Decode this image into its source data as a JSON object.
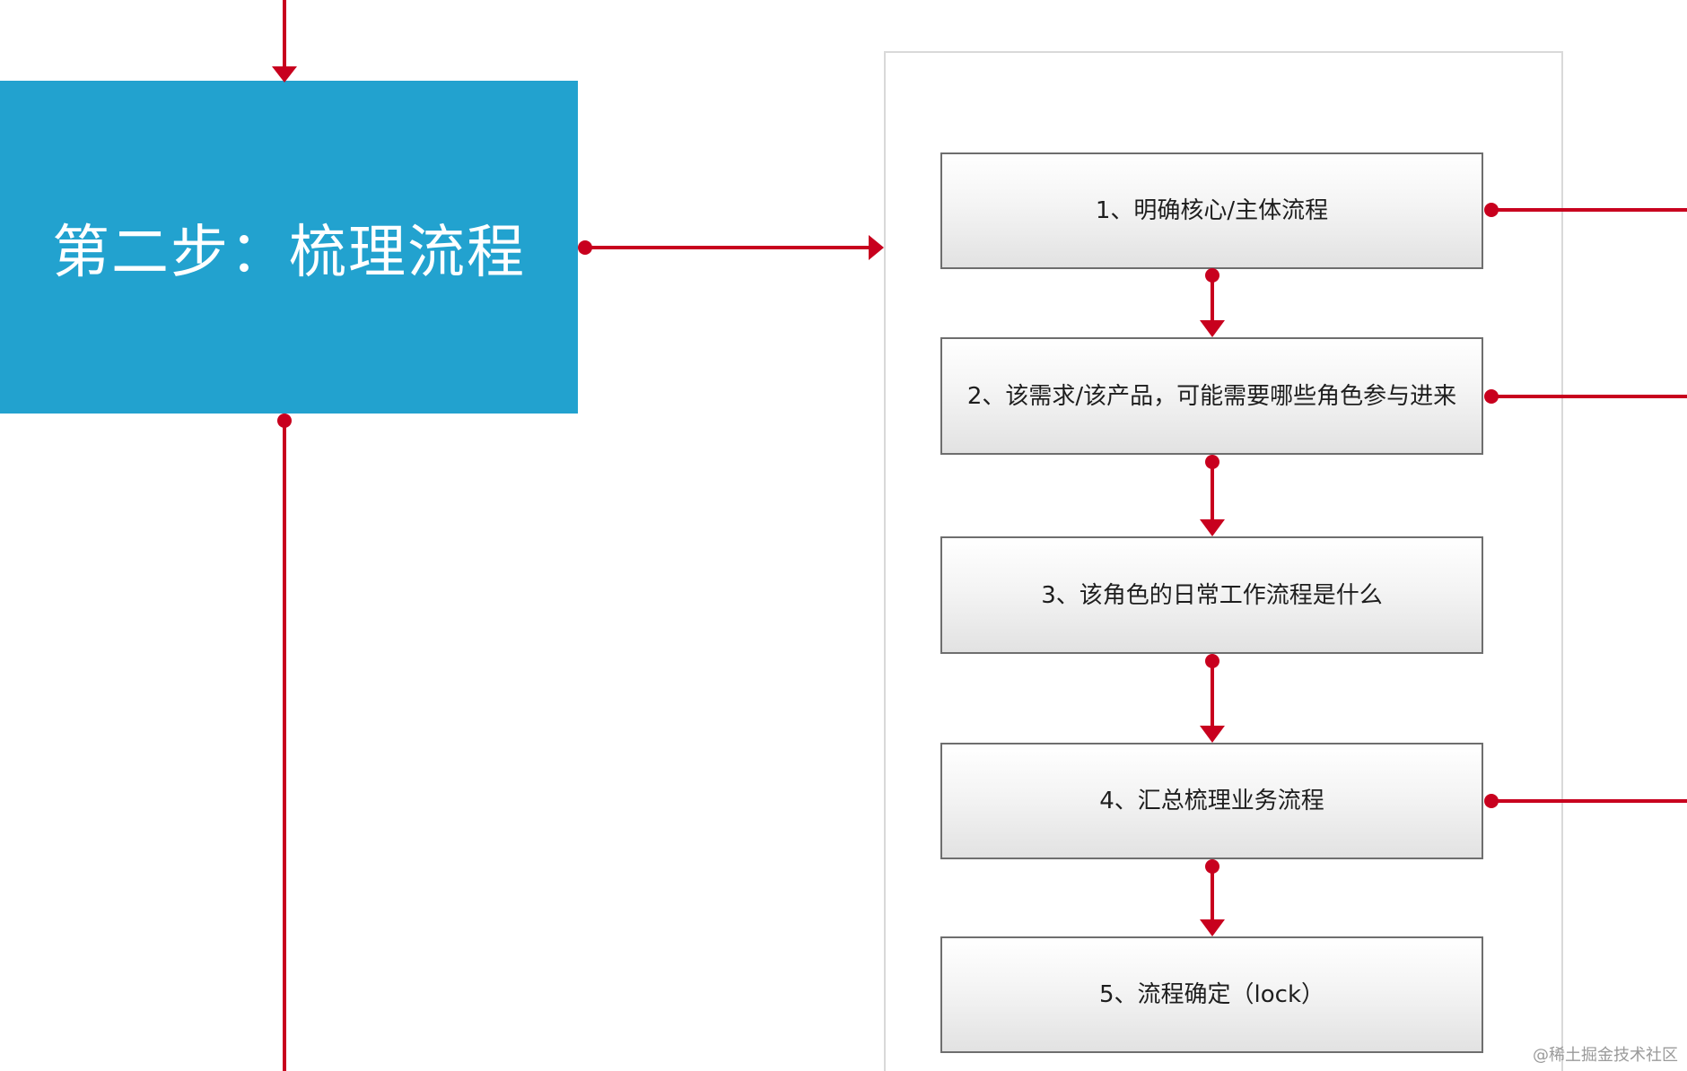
{
  "colors": {
    "main_step_fill": "#22a2cf",
    "connector": "#c8001e",
    "frame_border": "#d9d9d9",
    "box_border": "#6e6e6e"
  },
  "main_step": {
    "label": "第二步：梳理流程"
  },
  "steps": [
    {
      "label": "1、明确核心/主体流程"
    },
    {
      "label": "2、该需求/该产品，可能需要哪些角色参与进来"
    },
    {
      "label": "3、该角色的日常工作流程是什么"
    },
    {
      "label": "4、汇总梳理业务流程"
    },
    {
      "label": "5、流程确定（lock）"
    }
  ],
  "watermark": "@稀土掘金技术社区"
}
